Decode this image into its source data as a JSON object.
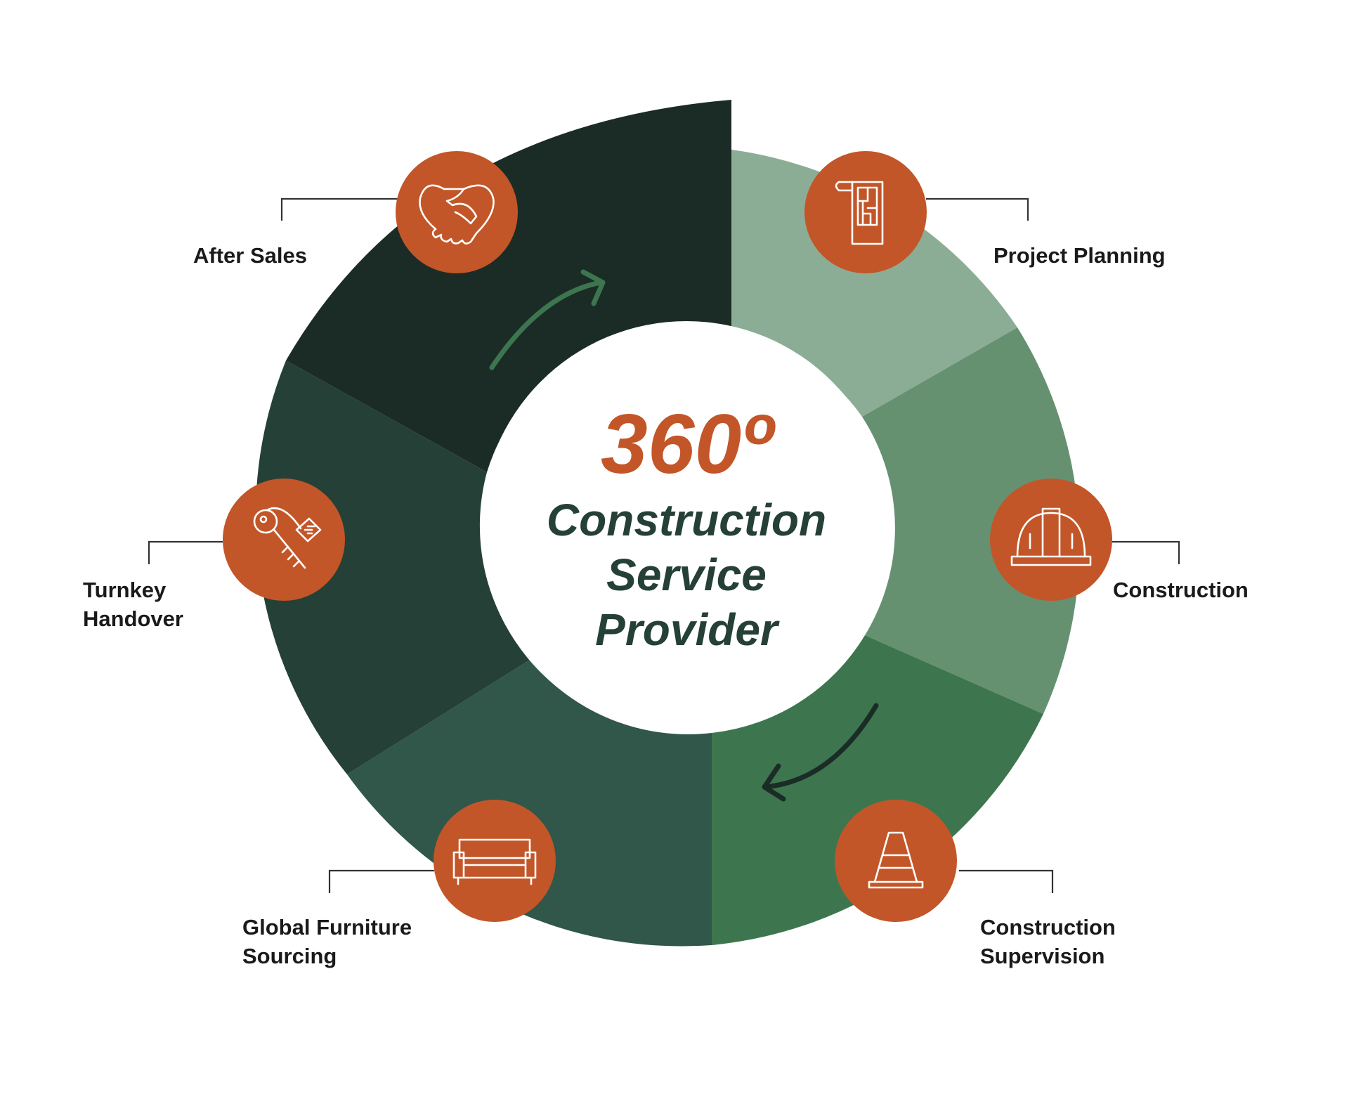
{
  "center": {
    "title": "360º",
    "line1": "Construction",
    "line2": "Service",
    "line3": "Provider"
  },
  "steps": [
    {
      "label_lines": [
        "Project Planning"
      ],
      "icon": "blueprint-icon",
      "color": "#8cad95"
    },
    {
      "label_lines": [
        "Construction"
      ],
      "icon": "hard-hat-icon",
      "color": "#659171"
    },
    {
      "label_lines": [
        "Construction",
        "Supervision"
      ],
      "icon": "traffic-cone-icon",
      "color": "#3d764e"
    },
    {
      "label_lines": [
        "Global Furniture",
        "Sourcing"
      ],
      "icon": "sofa-icon",
      "color": "#31564a"
    },
    {
      "label_lines": [
        "Turnkey",
        "Handover"
      ],
      "icon": "key-tag-icon",
      "color": "#254036"
    },
    {
      "label_lines": [
        "After Sales"
      ],
      "icon": "handshake-icon",
      "color": "#1b2c26"
    }
  ],
  "colors": {
    "accent_orange": "#c25628",
    "center_text_green": "#254036",
    "arrow_light_green": "#3d764e",
    "arrow_dark": "#1b2c26"
  }
}
